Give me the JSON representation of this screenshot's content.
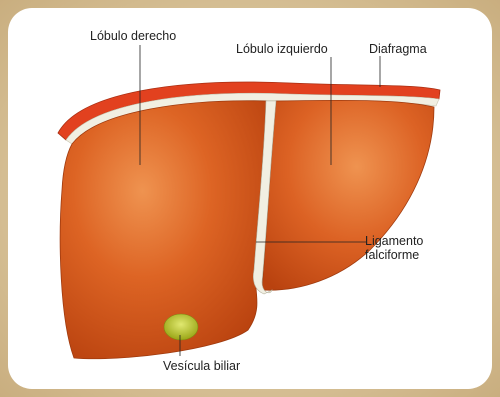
{
  "labels": {
    "right_lobe": "Lóbulo derecho",
    "left_lobe": "Lóbulo izquierdo",
    "diaphragm": "Diafragma",
    "ligament_line1": "Ligamento",
    "ligament_line2": "falciforme",
    "gallbladder": "Vesícula biliar"
  },
  "colors": {
    "liver": "#d9581c",
    "liver_highlight": "#ec8a48",
    "liver_shadow": "#b53e10",
    "diaphragm": "#e2411f",
    "capsule": "#f1efe2",
    "gallbladder": "#b7c22a",
    "frame": "#d4bd92"
  }
}
